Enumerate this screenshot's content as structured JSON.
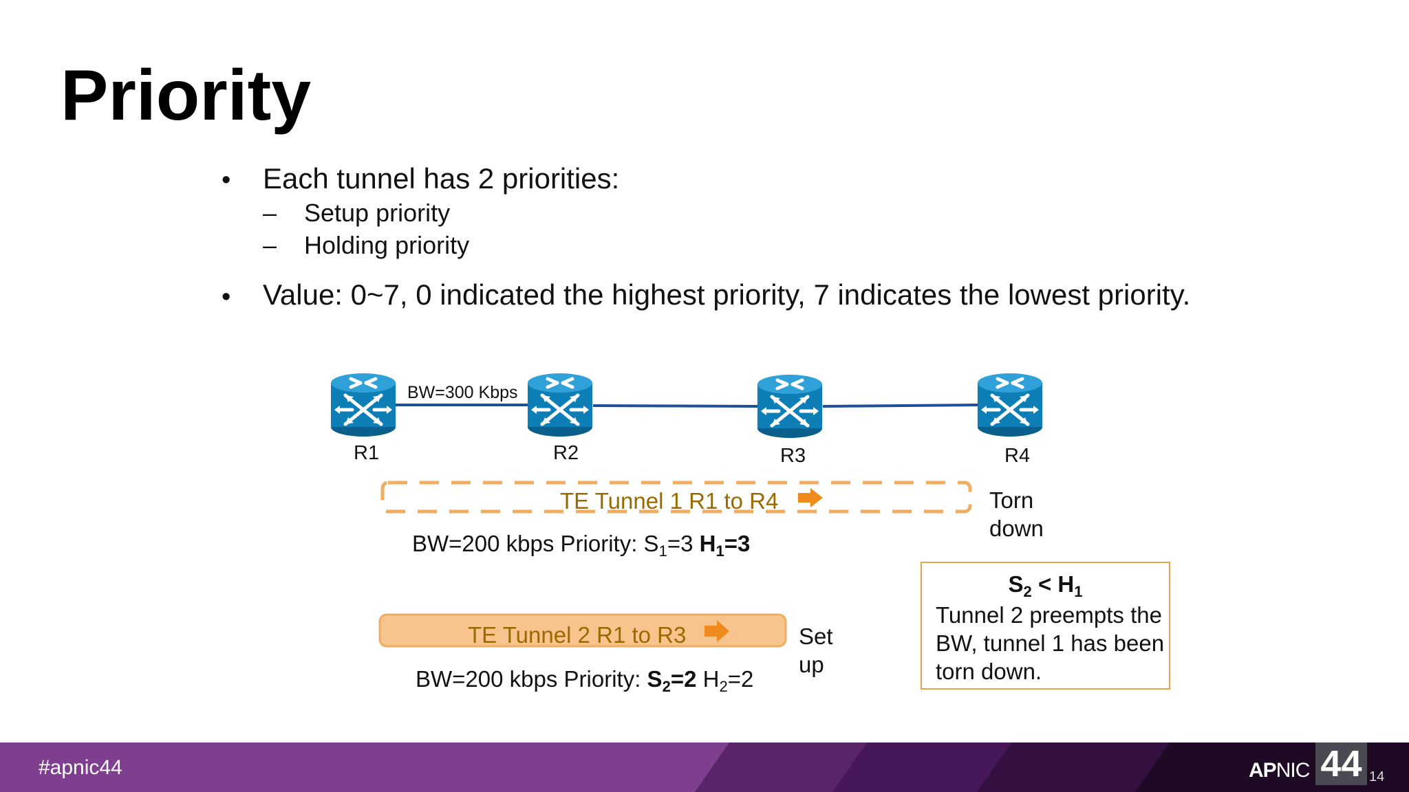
{
  "slide": {
    "title": "Priority",
    "bullets": [
      {
        "text": "Each tunnel has 2 priorities:",
        "subitems": [
          "Setup priority",
          "Holding priority"
        ]
      },
      {
        "text": "Value: 0~7, 0 indicated the highest priority, 7 indicates the lowest priority."
      }
    ],
    "bullet_glyph": "•",
    "dash_glyph": "–"
  },
  "diagram": {
    "routers": [
      "R1",
      "R2",
      "R3",
      "R4"
    ],
    "router_icon": "router-icon",
    "link_label": "BW=300 Kbps",
    "tunnel1": {
      "label": "TE Tunnel 1  R1 to R4",
      "status_line1": "Torn",
      "status_line2": "down",
      "bw": "BW=200 kbps Priority: ",
      "s_name": "S",
      "s_sub": "1",
      "s_val": "=3 ",
      "h_name": "H",
      "h_sub": "1",
      "h_val": "=3"
    },
    "tunnel2": {
      "label": "TE Tunnel 2  R1 to R3",
      "status_line1": "Set",
      "status_line2": "up",
      "bw": "BW=200 kbps Priority: ",
      "s_name": "S",
      "s_sub": "2",
      "s_val": "=2 ",
      "h_name": "H",
      "h_sub": "2",
      "h_val": "=2"
    },
    "note": {
      "head_s": "S",
      "head_s_sub": "2",
      "head_op": " < ",
      "head_h": "H",
      "head_h_sub": "1",
      "body": "Tunnel 2 preempts the BW, tunnel 1 has been torn down."
    },
    "colors": {
      "router": "#0e7fb6",
      "link": "#1d4f9c",
      "tunnel_border": "#f0ad62",
      "tunnel_fill": "#f8c48e",
      "arrow": "#f08a1c",
      "tunnel_text": "#9a6a00"
    }
  },
  "footer": {
    "hashtag": "#apnic44",
    "brand_ap": "AP",
    "brand_nic": "NIC",
    "brand_number": "44",
    "page_number": "14",
    "colors": {
      "purple": "#7e3f8f",
      "dark": "#2a0f36"
    }
  }
}
